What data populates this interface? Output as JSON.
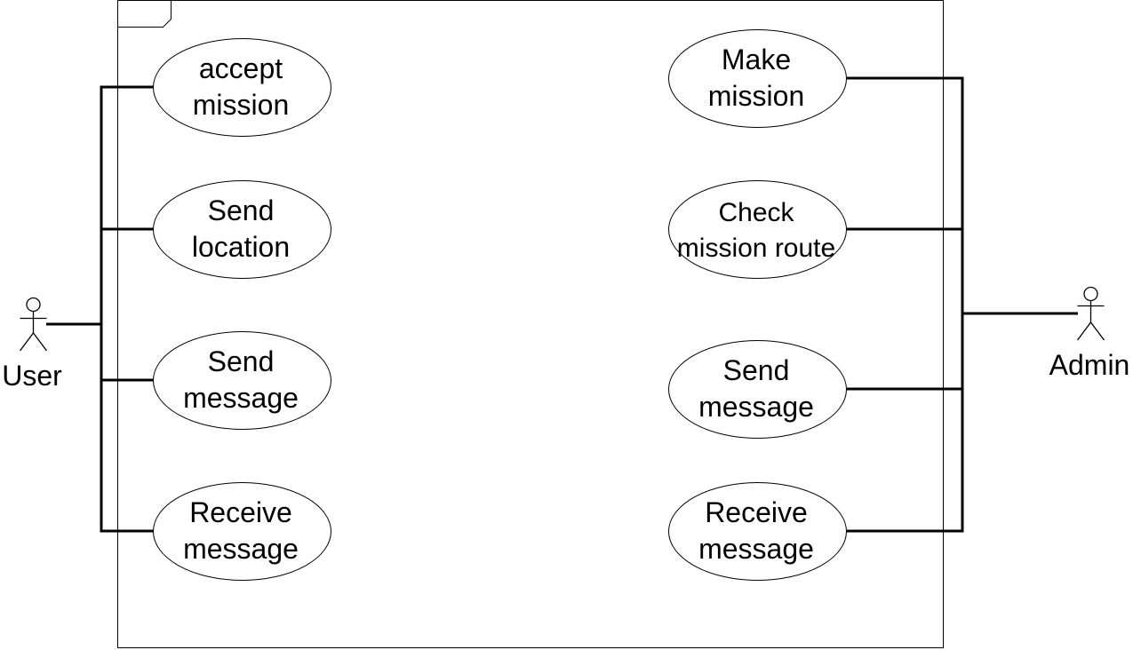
{
  "system": {
    "name": ""
  },
  "actors": {
    "user": {
      "label": "User"
    },
    "admin": {
      "label": "Admin"
    }
  },
  "use_cases": {
    "user_side": [
      {
        "line1": "accept",
        "line2": "mission"
      },
      {
        "line1": "Send",
        "line2": "location"
      },
      {
        "line1": "Send",
        "line2": "message"
      },
      {
        "line1": "Receive",
        "line2": "message"
      }
    ],
    "admin_side": [
      {
        "line1": "Make",
        "line2": "mission"
      },
      {
        "line1": "Check",
        "line2": "mission route"
      },
      {
        "line1": "Send",
        "line2": "message"
      },
      {
        "line1": "Receive",
        "line2": "message"
      }
    ]
  },
  "colors": {
    "stroke": "#000000",
    "fill": "#ffffff"
  }
}
